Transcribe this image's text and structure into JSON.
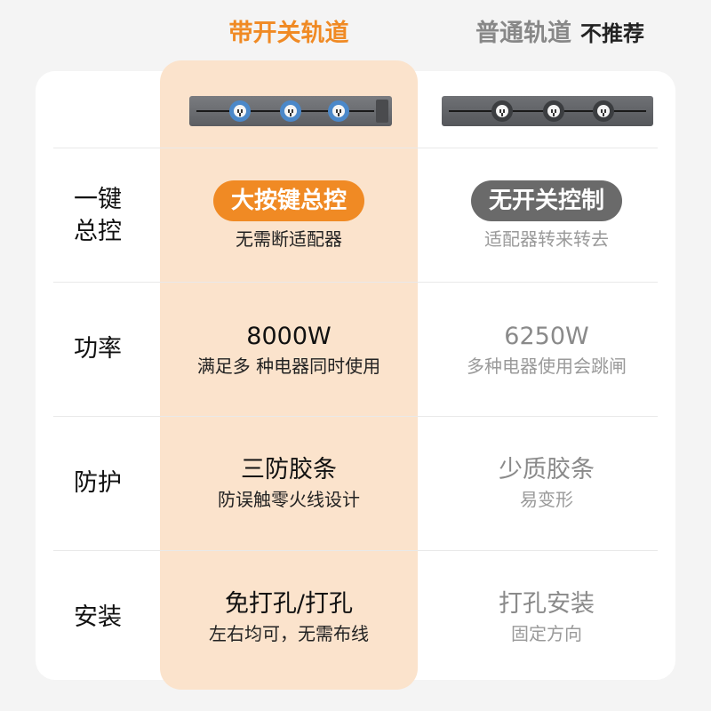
{
  "header": {
    "switch_title": "带开关轨道",
    "normal_title": "普通轨道",
    "not_recommended": "不推荐"
  },
  "colors": {
    "accent": "#f08a24",
    "highlight_column": "#fbe3cc",
    "gray_pill": "#6a6a6a"
  },
  "products": {
    "switch_rail_icon": "rail-with-switch-icon",
    "normal_rail_icon": "rail-normal-icon"
  },
  "rows": [
    {
      "label_lines": [
        "一键",
        "总控"
      ],
      "switch": {
        "main": "大按键总控",
        "sub": "无需断适配器"
      },
      "normal": {
        "main": "无开关控制",
        "sub": "适配器转来转去"
      }
    },
    {
      "label_lines": [
        "功率"
      ],
      "switch": {
        "main": "8000W",
        "sub": "满足多 种电器同时使用"
      },
      "normal": {
        "main": "6250W",
        "sub": "多种电器使用会跳闸"
      }
    },
    {
      "label_lines": [
        "防护"
      ],
      "switch": {
        "main": "三防胶条",
        "sub": "防误触零火线设计"
      },
      "normal": {
        "main": "少质胶条",
        "sub": "易变形"
      }
    },
    {
      "label_lines": [
        "安装"
      ],
      "switch": {
        "main": "免打孔/打孔",
        "sub": "左右均可，无需布线"
      },
      "normal": {
        "main": "打孔安装",
        "sub": "固定方向"
      }
    }
  ]
}
